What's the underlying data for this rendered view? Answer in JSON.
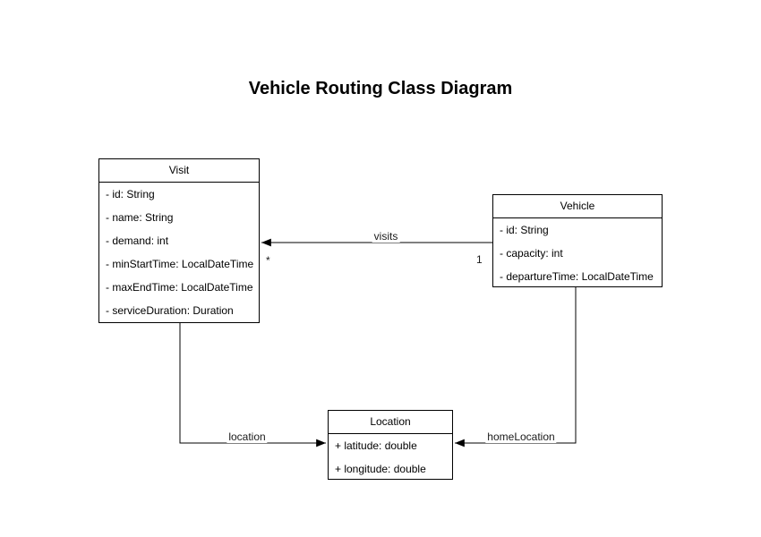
{
  "title": "Vehicle Routing Class Diagram",
  "classes": {
    "visit": {
      "title": "Visit",
      "attributes": [
        "- id: String",
        "- name: String",
        "- demand: int",
        "- minStartTime: LocalDateTime",
        "- maxEndTime: LocalDateTime",
        "- serviceDuration: Duration"
      ]
    },
    "vehicle": {
      "title": "Vehicle",
      "attributes": [
        "- id: String",
        "- capacity: int",
        "- departureTime: LocalDateTime"
      ]
    },
    "location": {
      "title": "Location",
      "attributes": [
        "+ latitude: double",
        "+ longitude: double"
      ]
    }
  },
  "edges": {
    "visits": {
      "label": "visits",
      "source_multiplicity": "1",
      "target_multiplicity": "*"
    },
    "location": {
      "label": "location"
    },
    "homeLocation": {
      "label": "homeLocation"
    }
  },
  "colors": {
    "stroke": "#000000",
    "fill": "#ffffff",
    "text": "#000000"
  }
}
